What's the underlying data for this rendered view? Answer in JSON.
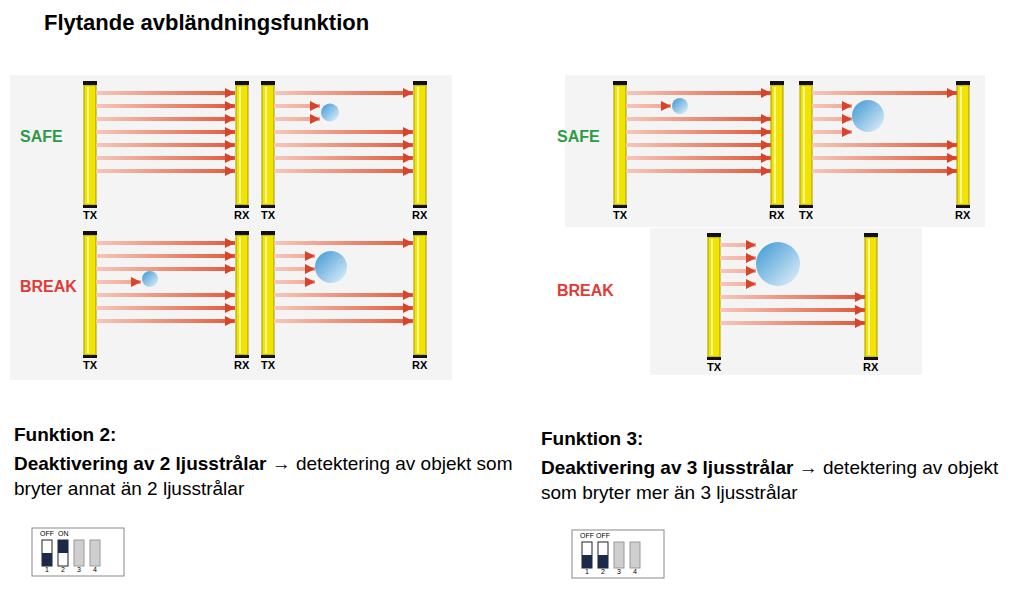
{
  "diagram": {
    "title": "Flytande avbländningsfunktion",
    "labels": [
      "SAFE",
      "TX",
      "RX",
      "TX",
      "RX",
      "BREAK",
      "TX",
      "RX",
      "TX",
      "RX",
      "SAFE",
      "TX",
      "RX",
      "TX",
      "RX",
      "BREAK",
      "TX",
      "RX",
      "Funktion 2:",
      "Deaktivering av 2 ljusstrålar",
      "→ detektering av objekt som bryter annat än 2 ljusstrålar",
      "OFF",
      "ON",
      "1",
      "2",
      "3",
      "4",
      "Funktion 3:",
      "Deaktivering av 3 ljusstrålar",
      "→ detektering av objekt som bryter mer än 3 ljusstrålar",
      "OFF",
      "OFF",
      "1",
      "2",
      "3",
      "4"
    ]
  }
}
